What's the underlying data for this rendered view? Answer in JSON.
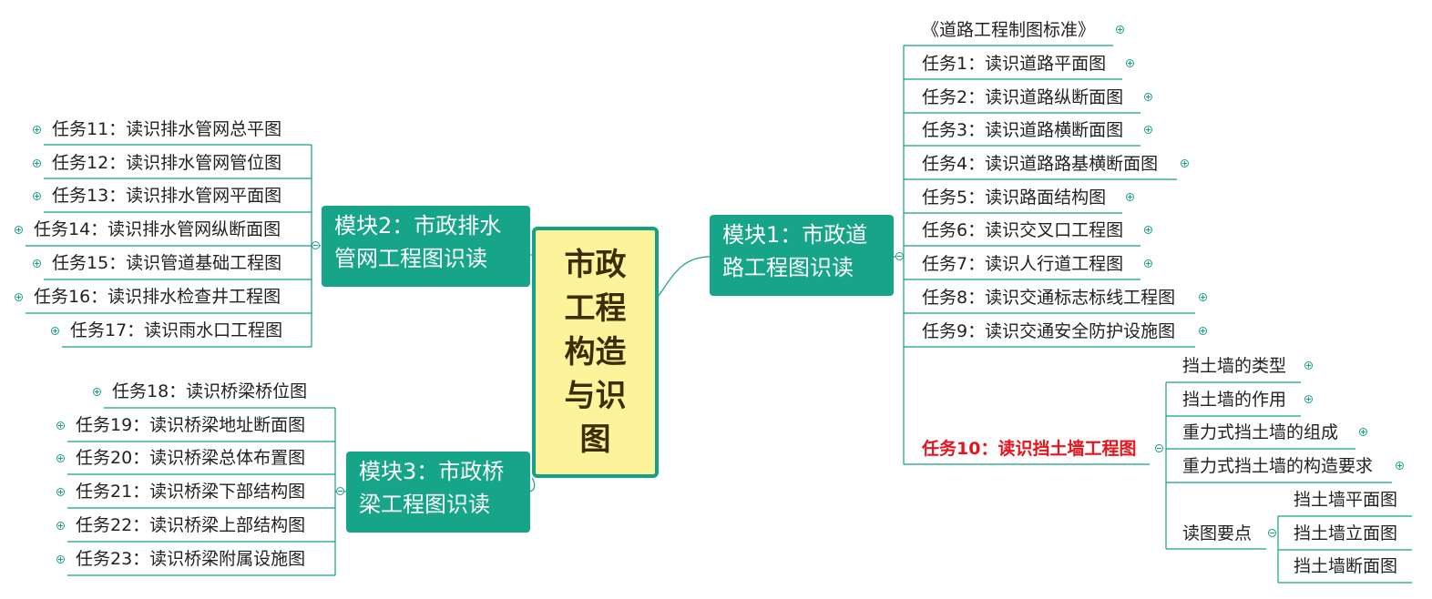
{
  "center": "市政工程构造与识图",
  "modules": {
    "m1": "模块1：市政道路工程图识读",
    "m2": "模块2：市政排水管网工程图识读",
    "m3": "模块3：市政桥梁工程图识读"
  },
  "m1_items": [
    "《道路工程制图标准》",
    "任务1：读识道路平面图",
    "任务2：读识道路纵断面图",
    "任务3：读识道路横断面图",
    "任务4：读识道路路基横断面图",
    "任务5：读识路面结构图",
    "任务6：读识交叉口工程图",
    "任务7：读识人行道工程图",
    "任务8：读识交通标志标线工程图",
    "任务9：读识交通安全防护设施图"
  ],
  "task10": {
    "label": "任务10：读识挡土墙工程图",
    "children": [
      "挡土墙的类型",
      "挡土墙的作用",
      "重力式挡土墙的组成",
      "重力式挡土墙的构造要求"
    ],
    "reading": {
      "label": "读图要点",
      "children": [
        "挡土墙平面图",
        "挡土墙立面图",
        "挡土墙断面图"
      ]
    }
  },
  "m2_items": [
    "任务11：读识排水管网总平图",
    "任务12：读识排水管网管位图",
    "任务13：读识排水管网平面图",
    "任务14：读识排水管网纵断面图",
    "任务15：读识管道基础工程图",
    "任务16：读识排水检查井工程图",
    "任务17：读识雨水口工程图"
  ],
  "m3_items": [
    "任务18：读识桥梁桥位图",
    "任务19：读识桥梁地址断面图",
    "任务20：读识桥梁总体布置图",
    "任务21：读识桥梁下部结构图",
    "任务22：读识桥梁上部结构图",
    "任务23：读识桥梁附属设施图"
  ],
  "colors": {
    "line": "#16a085",
    "module_fill": "#17a589",
    "center_fill": "#fdf39a",
    "highlight": "#e8141c"
  }
}
